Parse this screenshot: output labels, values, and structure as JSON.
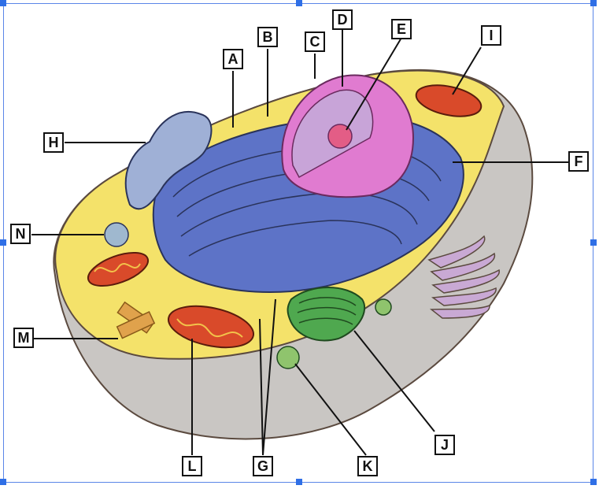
{
  "diagram": {
    "labels": [
      {
        "id": "A",
        "text": "A"
      },
      {
        "id": "B",
        "text": "B"
      },
      {
        "id": "C",
        "text": "C"
      },
      {
        "id": "D",
        "text": "D"
      },
      {
        "id": "E",
        "text": "E"
      },
      {
        "id": "F",
        "text": "F"
      },
      {
        "id": "G",
        "text": "G"
      },
      {
        "id": "H",
        "text": "H"
      },
      {
        "id": "I",
        "text": "I"
      },
      {
        "id": "J",
        "text": "J"
      },
      {
        "id": "K",
        "text": "K"
      },
      {
        "id": "L",
        "text": "L"
      },
      {
        "id": "M",
        "text": "M"
      },
      {
        "id": "N",
        "text": "N"
      }
    ],
    "colors": {
      "cytoplasm": "#f4e26a",
      "membrane_shadow": "#c9c6c3",
      "er": "#5d73c7",
      "nucleus": "#e07bd0",
      "nucleoplasm": "#c8a4d8",
      "nucleolus": "#e35d86",
      "golgi": "#4fa84f",
      "mitochondria": "#d94a2a",
      "vacuole": "#9fb8cf",
      "centriole": "#e0a24c",
      "lysosome": "#8fc46d",
      "leader_line": "#111111"
    }
  }
}
